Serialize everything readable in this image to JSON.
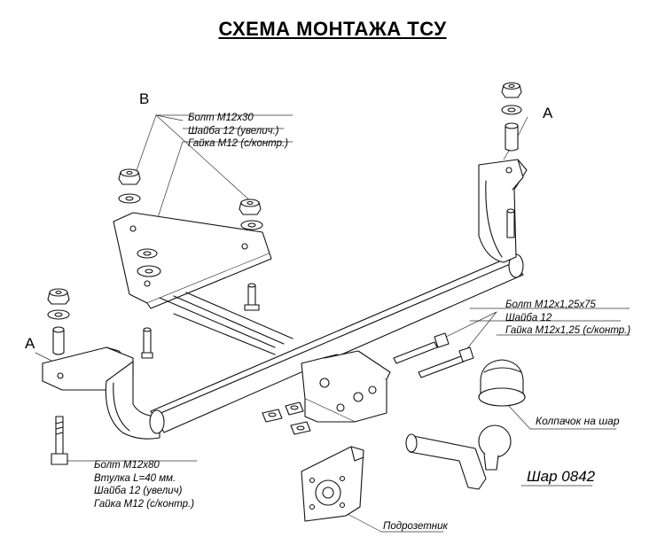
{
  "title": "СХЕМА МОНТАЖА ТСУ",
  "markers": {
    "b_top": "B",
    "a_right": "A",
    "a_left": "A"
  },
  "callout_b": {
    "line1": "Болт М12х30",
    "line2": "Шайба 12 (увелич.)",
    "line3": "Гайка М12 (с/контр.)"
  },
  "callout_right": {
    "line1": "Болт М12х1,25х75",
    "line2": "Шайба 12",
    "line3": "Гайка М12х1,25 (с/контр.)"
  },
  "callout_left": {
    "line1": "Болт М12х80",
    "line2": "Втулка L=40 мм.",
    "line3": "Шайба 12 (увелич)",
    "line4": "Гайка М12 (с/контр.)"
  },
  "cap_label": "Колпачок на шар",
  "ball_label": "Шар 0842",
  "socket_label": "Подрозетник"
}
